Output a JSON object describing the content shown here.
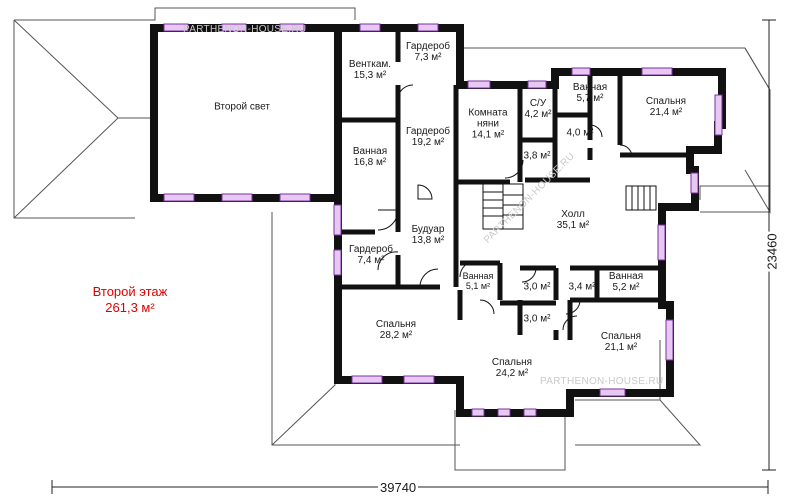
{
  "floor": {
    "name": "Второй этаж",
    "area": "261,3 м²"
  },
  "dimensions": {
    "width": "39740",
    "depth": "23460"
  },
  "watermarks": [
    "PARTHENON-HOUSE.RU",
    "PARTHENON-HOUSE.RU",
    "PARTHENON-HOUSE.RU"
  ],
  "rooms": [
    {
      "id": "vtoroy-svet",
      "name": "Второй свет",
      "area": ""
    },
    {
      "id": "ventkam",
      "name": "Венткам.",
      "area": "15,3 м²"
    },
    {
      "id": "garderob-1",
      "name": "Гардероб",
      "area": "7,3 м²"
    },
    {
      "id": "vannaya-1",
      "name": "Ванная",
      "area": "16,8 м²"
    },
    {
      "id": "garderob-2",
      "name": "Гардероб",
      "area": "19,2 м²"
    },
    {
      "id": "komnata-nyani",
      "name": "Комната няни",
      "area": "14,1 м²"
    },
    {
      "id": "su",
      "name": "С/У",
      "area": "4,2 м²"
    },
    {
      "id": "vannaya-2",
      "name": "Ванная",
      "area": "5,7 м²"
    },
    {
      "id": "spalnya-1",
      "name": "Спальня",
      "area": "21,4 м²"
    },
    {
      "id": "room-4-0",
      "name": "",
      "area": "4,0 м²"
    },
    {
      "id": "room-3-8",
      "name": "",
      "area": "3,8 м²"
    },
    {
      "id": "budoar",
      "name": "Будуар",
      "area": "13,8 м²"
    },
    {
      "id": "holl",
      "name": "Холл",
      "area": "35,1 м²"
    },
    {
      "id": "garderob-3",
      "name": "Гардероб",
      "area": "7,4 м²"
    },
    {
      "id": "vannaya-3",
      "name": "Ванная",
      "area": "5,1 м²"
    },
    {
      "id": "room-3-0a",
      "name": "",
      "area": "3,0 м²"
    },
    {
      "id": "room-3-0b",
      "name": "",
      "area": "3,0 м²"
    },
    {
      "id": "room-3-4",
      "name": "",
      "area": "3,4 м²"
    },
    {
      "id": "vannaya-4",
      "name": "Ванная",
      "area": "5,2 м²"
    },
    {
      "id": "spalnya-2",
      "name": "Спальня",
      "area": "28,2 м²"
    },
    {
      "id": "spalnya-3",
      "name": "Спальня",
      "area": "24,2 м²"
    },
    {
      "id": "spalnya-4",
      "name": "Спальня",
      "area": "21,1 м²"
    }
  ]
}
